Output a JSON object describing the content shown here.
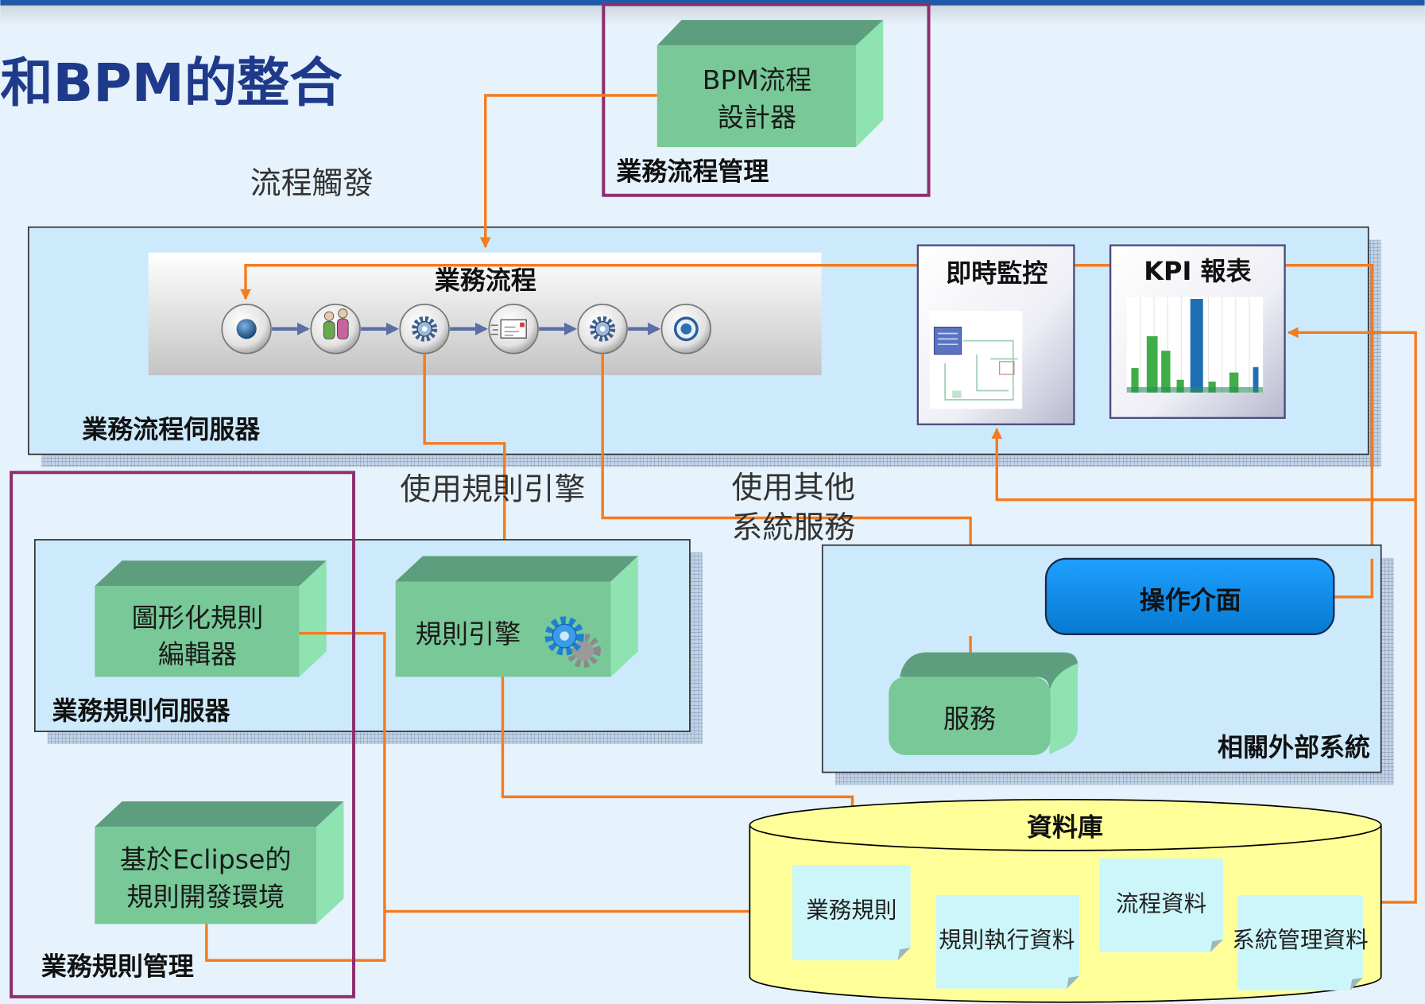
{
  "title": "和BPM的整合",
  "bpm_management": {
    "designer_lines": [
      "BPM流程",
      "設計器"
    ],
    "label": "業務流程管理"
  },
  "process_trigger": "流程觸發",
  "process_server": {
    "label": "業務流程伺服器",
    "process_title": "業務流程",
    "steps": [
      "start-event-icon",
      "people-icon",
      "gear-icon",
      "envelope-icon",
      "gear-icon",
      "end-event-icon"
    ],
    "monitor_title": "即時監控",
    "kpi_title": "KPI 報表"
  },
  "use_rule_engine": "使用規則引擎",
  "use_other_services": [
    "使用其他",
    "系統服務"
  ],
  "rule_management": {
    "label": "業務規則管理",
    "server_label": "業務規則伺服器",
    "graphical_editor": [
      "圖形化規則",
      "編輯器"
    ],
    "rule_engine": "規則引擎",
    "eclipse_env": [
      "基於Eclipse的",
      "規則開發環境"
    ]
  },
  "external_systems": {
    "label": "相關外部系統",
    "operation_ui": "操作介面",
    "service": "服務"
  },
  "database": {
    "label": "資料庫",
    "items": [
      "業務規則",
      "規則執行資料",
      "流程資料",
      "系統管理資料"
    ]
  },
  "colors": {
    "connector": "#f47b20",
    "group_frame": "#8e2e6e",
    "server_fill": "#cdeafc",
    "component_green": "#78c898",
    "operation_ui_blue": "#0b8fea",
    "database_fill": "#ffff99",
    "note_fill": "#cdf6fb",
    "title": "#1f3a8a"
  }
}
